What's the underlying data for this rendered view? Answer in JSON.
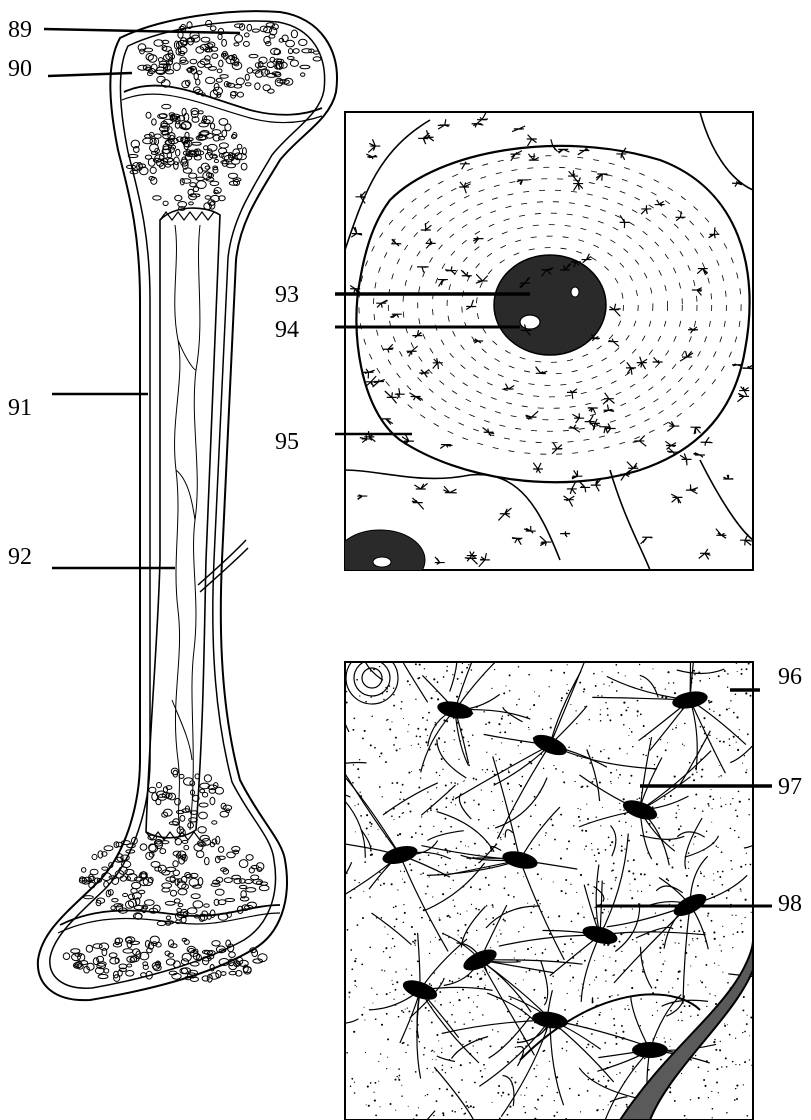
{
  "labels": {
    "n89": "89",
    "n90": "90",
    "n91": "91",
    "n92": "92",
    "n93": "93",
    "n94": "94",
    "n95": "95",
    "n96": "96",
    "n97": "97",
    "n98": "98"
  },
  "colors": {
    "ink": "#000000",
    "paper": "#ffffff",
    "shade": "#1a1a1a"
  }
}
